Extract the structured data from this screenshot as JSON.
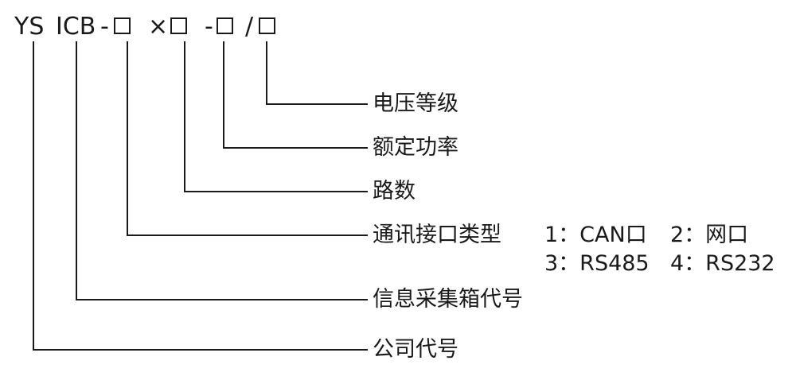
{
  "code_parts": {
    "company": "YS",
    "product": "ICB",
    "dash1": "-",
    "times": "×",
    "dash2": "-",
    "slash": "/"
  },
  "labels": {
    "voltage": "电压等级",
    "power": "额定功率",
    "channels": "路数",
    "comm": "通讯接口类型",
    "product": "信息采集箱代号",
    "company": "公司代号"
  },
  "comm_options": [
    "1：CAN口",
    "2：网口",
    "3：RS485",
    "4：RS232"
  ]
}
